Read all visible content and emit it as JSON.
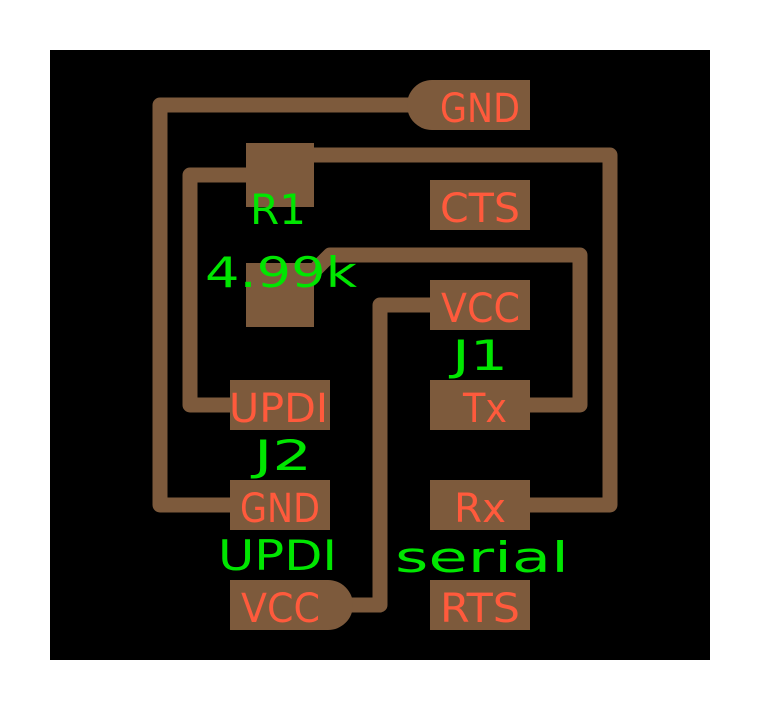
{
  "board": {
    "background": "#000000",
    "copper_color": "#7d5a3c",
    "pad_label_color": "#ff5a3c",
    "silkscreen_color": "#00e600"
  },
  "J1": {
    "ref": "J1",
    "value": "serial",
    "pins": [
      "GND",
      "CTS",
      "VCC",
      "Tx",
      "Rx",
      "RTS"
    ]
  },
  "J2": {
    "ref": "J2",
    "value": "UPDI",
    "pins": [
      "UPDI",
      "GND",
      "VCC"
    ]
  },
  "R1": {
    "ref": "R1",
    "value": "4.99k"
  }
}
